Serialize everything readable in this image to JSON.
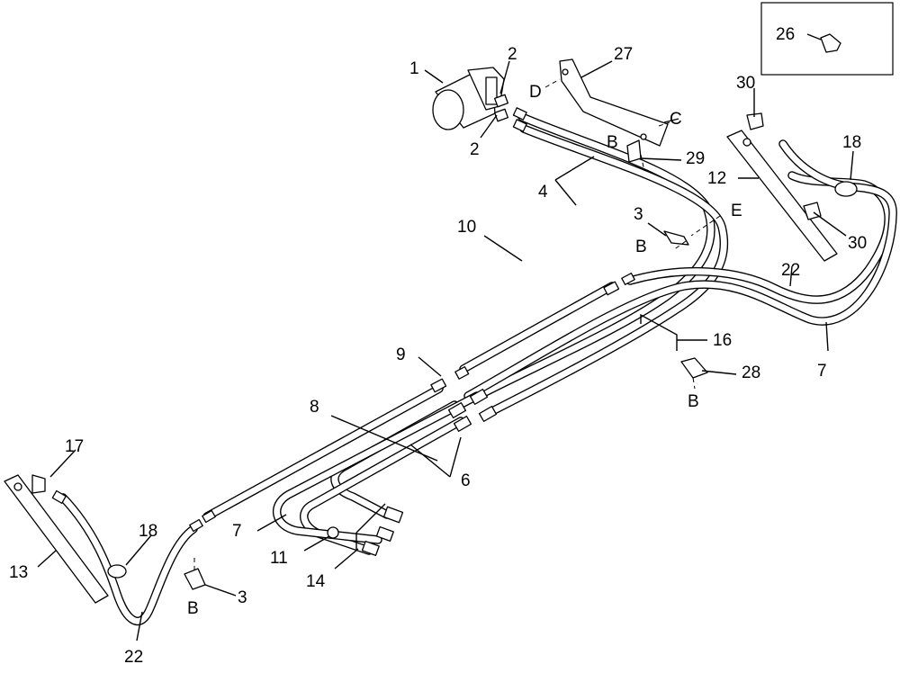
{
  "diagram": {
    "callouts": {
      "c1": "1",
      "c2a": "2",
      "c2b": "2",
      "c3a": "3",
      "c3b": "3",
      "c4": "4",
      "c6": "6",
      "c7a": "7",
      "c7b": "7",
      "c8": "8",
      "c9": "9",
      "c10": "10",
      "c11": "11",
      "c12": "12",
      "c13": "13",
      "c14": "14",
      "c16": "16",
      "c17": "17",
      "c18a": "18",
      "c18b": "18",
      "c22a": "22",
      "c22b": "22",
      "c26": "26",
      "c27": "27",
      "c28": "28",
      "c29": "29",
      "c30a": "30",
      "c30b": "30"
    },
    "refs": {
      "rB1": "B",
      "rB2": "B",
      "rB3": "B",
      "rB4": "B",
      "rC": "C",
      "rD": "D",
      "rE": "E"
    }
  }
}
